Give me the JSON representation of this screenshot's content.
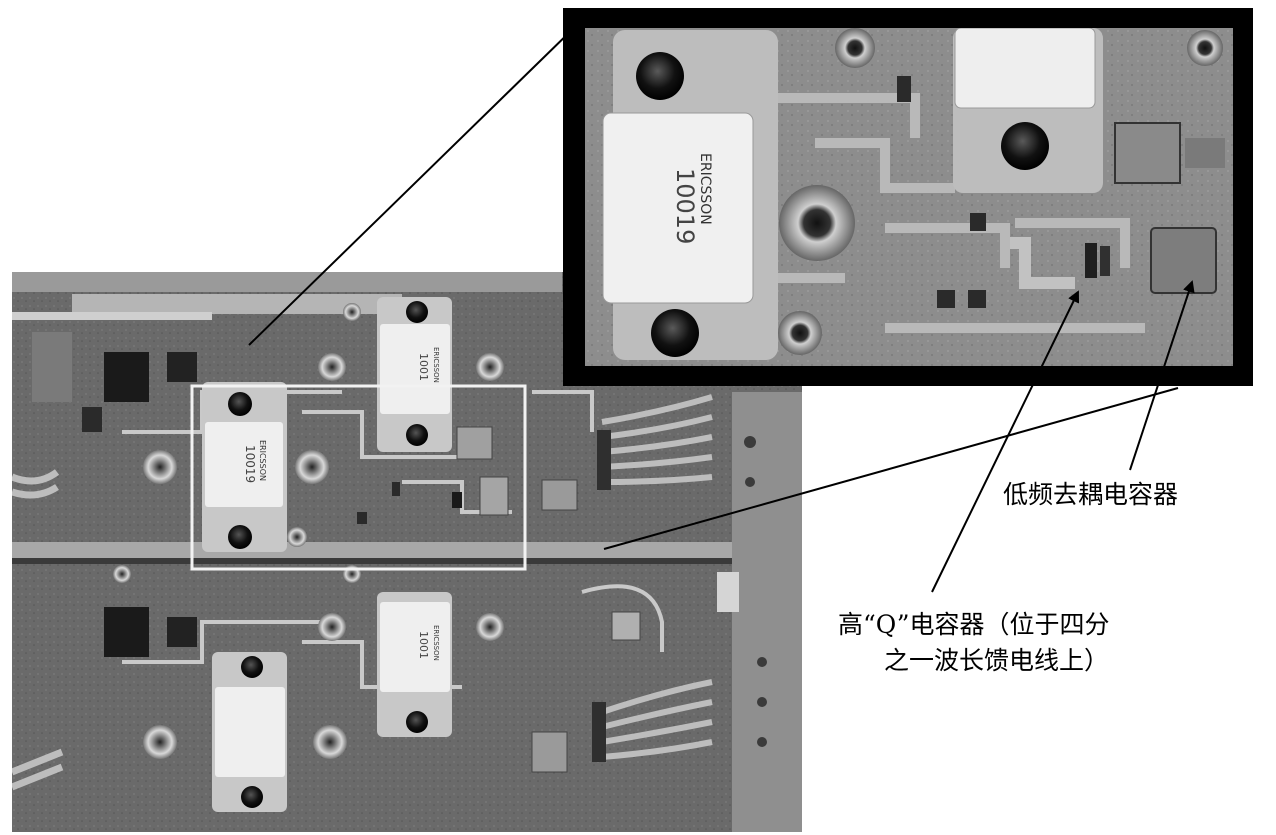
{
  "labels": {
    "low_freq_decoupling_capacitor": "低频去耦电容器",
    "high_q_capacitor_line1": "高“Q”电容器（位于四分",
    "high_q_capacitor_line2": "之一波长馈电线上）"
  },
  "component_markings": {
    "manufacturer": "ERICSSON",
    "part_number": "1001"
  }
}
